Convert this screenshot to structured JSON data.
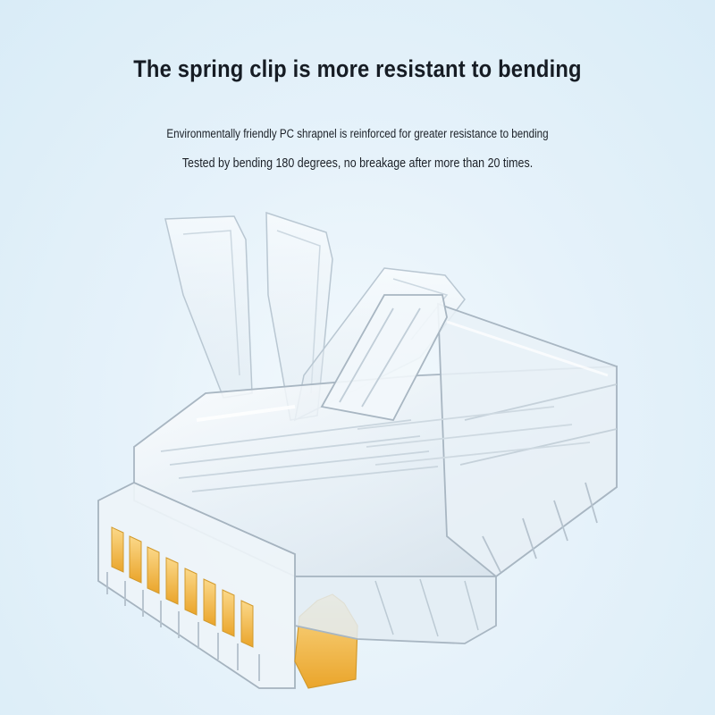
{
  "header": {
    "title": "The spring clip is more resistant to bending",
    "line1": "Environmentally friendly PC shrapnel is reinforced for greater resistance to bending",
    "line2": "Tested by bending 180 degrees, no breakage after more than 20 times."
  },
  "product": {
    "image_subject": "rj45-connector",
    "colors": {
      "background": "#e3f1fa",
      "plastic": "#e8f0f6",
      "plastic_edge": "#aab8c4",
      "contacts": "#f2b83a"
    }
  }
}
